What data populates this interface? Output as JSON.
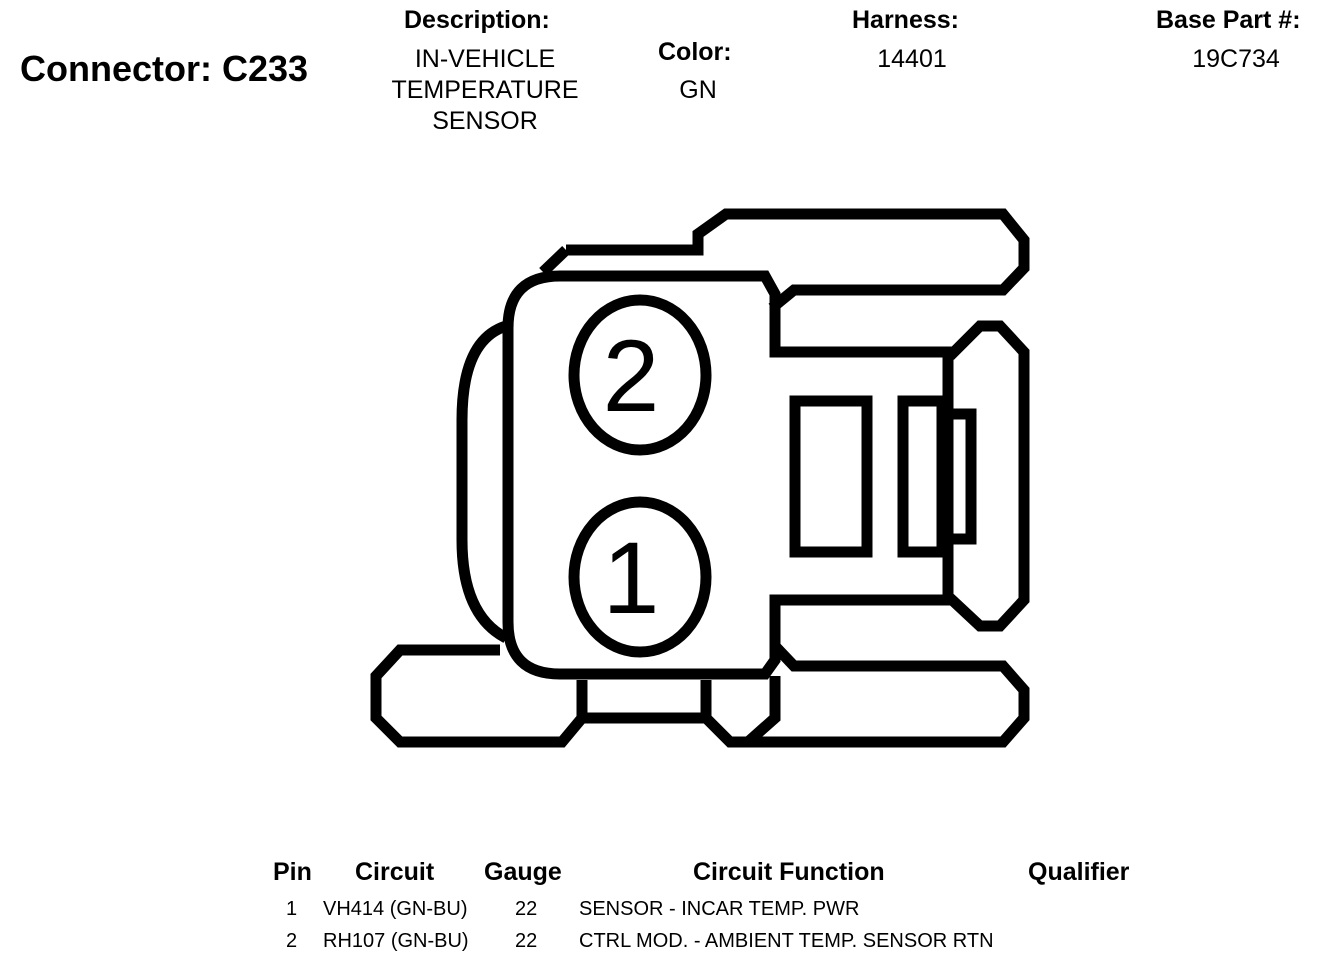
{
  "connector": {
    "label": "Connector: C233"
  },
  "description": {
    "header": "Description:",
    "lines": [
      "IN-VEHICLE",
      "TEMPERATURE",
      "SENSOR"
    ]
  },
  "color": {
    "header": "Color:",
    "value": "GN"
  },
  "harness": {
    "header": "Harness:",
    "value": "14401"
  },
  "base_part": {
    "header": "Base Part #:",
    "value": "19C734"
  },
  "diagram": {
    "pin_labels": [
      "2",
      "1"
    ]
  },
  "pin_table": {
    "headers": {
      "pin": "Pin",
      "circuit": "Circuit",
      "gauge": "Gauge",
      "function": "Circuit Function",
      "qualifier": "Qualifier"
    },
    "rows": [
      {
        "pin": "1",
        "circuit": "VH414 (GN-BU)",
        "gauge": "22",
        "function": "SENSOR - INCAR TEMP. PWR",
        "qualifier": ""
      },
      {
        "pin": "2",
        "circuit": "RH107 (GN-BU)",
        "gauge": "22",
        "function": "CTRL MOD. - AMBIENT TEMP. SENSOR RTN",
        "qualifier": ""
      }
    ]
  }
}
